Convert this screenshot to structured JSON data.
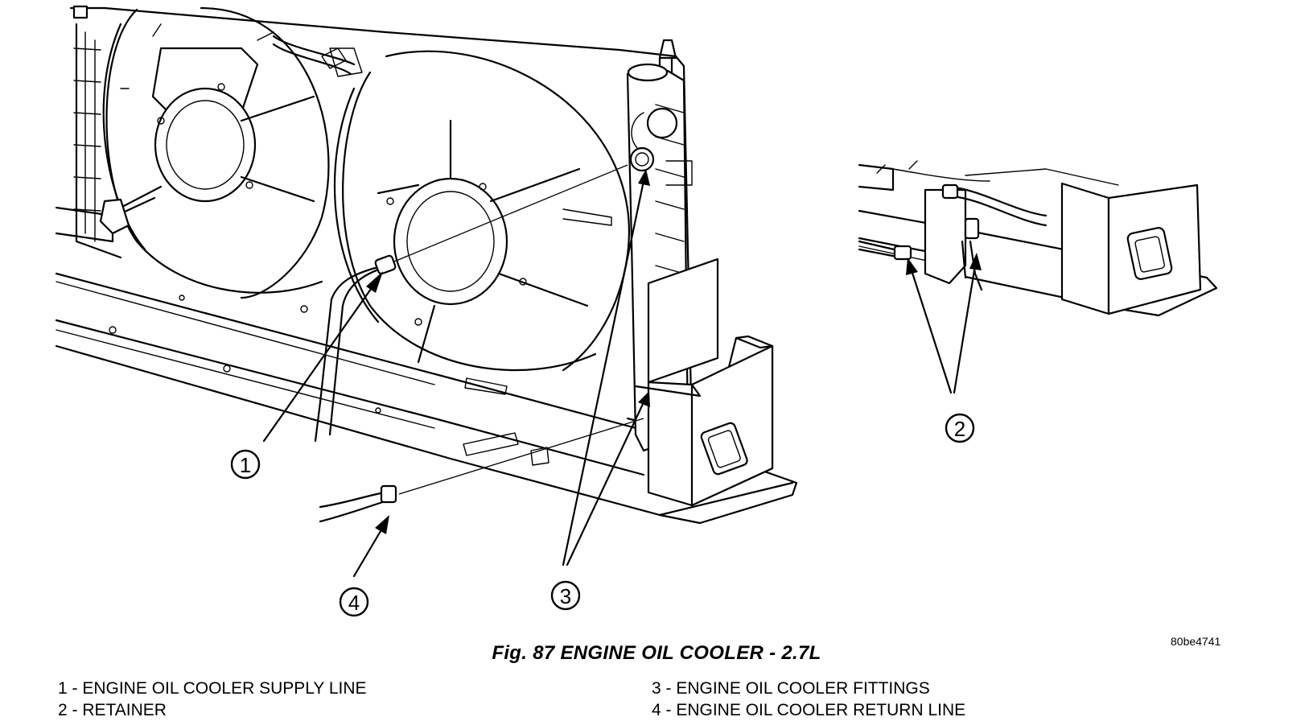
{
  "figure": {
    "caption": "Fig. 87 ENGINE OIL COOLER - 2.7L",
    "reference_code": "80be4741"
  },
  "callouts": [
    {
      "number": "1"
    },
    {
      "number": "2"
    },
    {
      "number": "3"
    },
    {
      "number": "4"
    }
  ],
  "legend": {
    "left": [
      {
        "text": "1 - ENGINE OIL COOLER SUPPLY LINE"
      },
      {
        "text": "2 - RETAINER"
      }
    ],
    "right": [
      {
        "text": "3 - ENGINE OIL COOLER FITTINGS"
      },
      {
        "text": "4 - ENGINE OIL COOLER RETURN LINE"
      }
    ]
  }
}
